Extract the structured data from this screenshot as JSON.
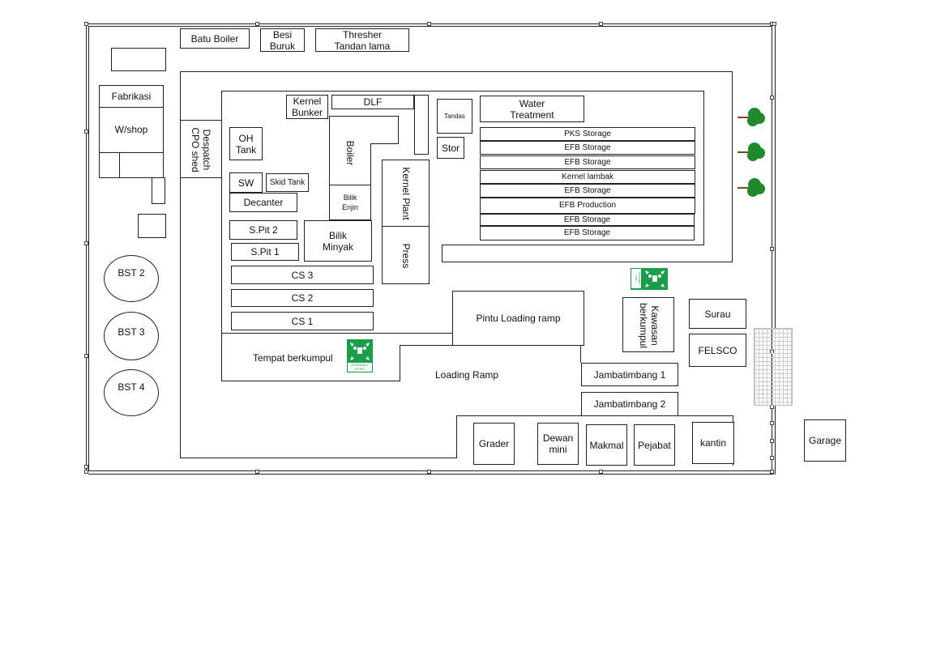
{
  "labels": {
    "batu_boiler": "Batu Boiler",
    "besi_buruk": "Besi\nBuruk",
    "thresher": "Thresher\nTandan lama",
    "fabrikasi": "Fabrikasi",
    "wshop": "W/shop",
    "despatch": "Despatch\nCPO shed",
    "oh_tank": "OH\nTank",
    "kernel_bunker": "Kernel\nBunker",
    "dlf": "DLF",
    "boiler": "Boiler",
    "bilik_enjin": "Bilik\nEnjin",
    "kernel_plant": "Kernel Plant",
    "press": "Press",
    "tandas": "Tandas",
    "stor": "Stor",
    "water_treatment": "Water\nTreatment",
    "sw": "SW",
    "skid_tank": "Skid Tank",
    "decanter": "Decanter",
    "spit2": "S.Pit 2",
    "spit1": "S.Pit 1",
    "bilik_minyak": "Bilik\nMinyak",
    "cs3": "CS 3",
    "cs2": "CS 2",
    "cs1": "CS 1",
    "tempat_berkumpul": "Tempat berkumpul",
    "pintu_loading": "Pintu Loading ramp",
    "loading_ramp": "Loading Ramp",
    "kawasan": "Kawasan\nberkumpul",
    "surau": "Surau",
    "felsco": "FELSCO",
    "jambatimbang1": "Jambatimbang 1",
    "jambatimbang2": "Jambatimbang 2",
    "grader": "Grader",
    "dewan_mini": "Dewan\nmini",
    "makmal": "Makmal",
    "pejabat": "Pejabat",
    "kantin": "kantin",
    "garage": "Garage",
    "bst2": "BST 2",
    "bst3": "BST 3",
    "bst4": "BST 4",
    "assembly_sign": "ASSEMBLY\nPOINT"
  },
  "storage": [
    "PKS Storage",
    "EFB Storage",
    "EFB Storage",
    "Kernel lambak",
    "EFB Storage",
    "EFB Production",
    "EFB Storage",
    "EFB Storage"
  ],
  "colors": {
    "line": "#222222",
    "sign_green": "#1a9e4b",
    "tree_green": "#1e8a2a",
    "trunk": "#7a4a1e"
  }
}
